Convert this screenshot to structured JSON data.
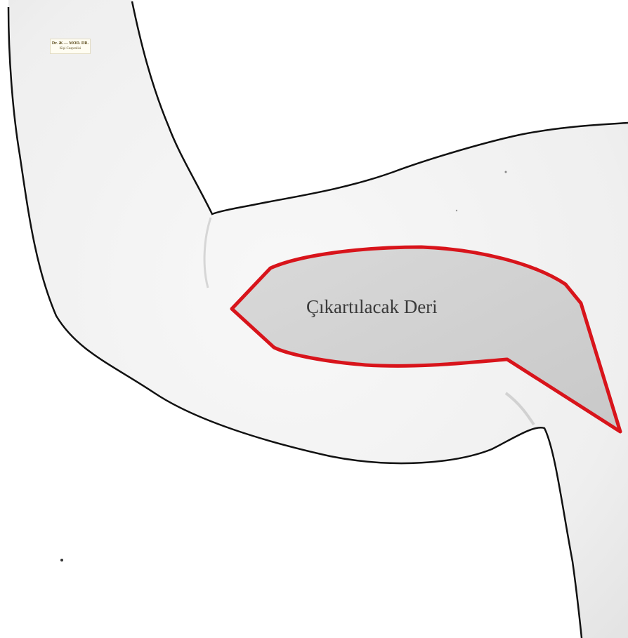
{
  "image": {
    "description_colors": {
      "background": "#ffffff",
      "skin_fill": "#f1f1f1",
      "skin_shadow": "#dcdcdc",
      "outline": "#111111",
      "excision_fill": "#cfcfcf",
      "excision_outline": "#d8141b"
    }
  },
  "annotation": {
    "label": "Çıkartılacak Deri"
  },
  "watermark": {
    "line1": "Dr. Ж — MOD. DR.",
    "line2": "Kişi Cosprolisi"
  }
}
